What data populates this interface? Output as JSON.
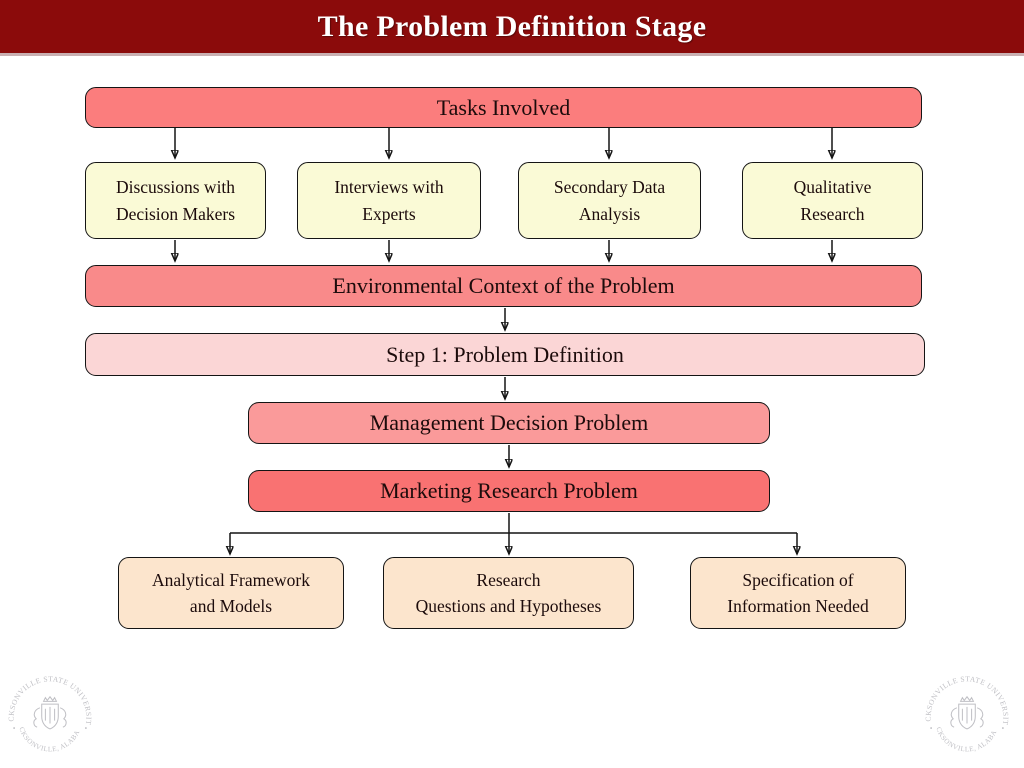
{
  "header": {
    "title": "The Problem Definition Stage"
  },
  "diagram": {
    "root": {
      "label": "Tasks Involved"
    },
    "tasks": [
      {
        "label": "Discussions with\nDecision Makers"
      },
      {
        "label": "Interviews with\nExperts"
      },
      {
        "label": "Secondary Data\nAnalysis"
      },
      {
        "label": "Qualitative\nResearch"
      }
    ],
    "context": {
      "label": "Environmental Context of the Problem"
    },
    "step": {
      "label": "Step 1: Problem Definition"
    },
    "management": {
      "label": "Management Decision Problem"
    },
    "marketing": {
      "label": "Marketing Research Problem"
    },
    "outputs": [
      {
        "label": "Analytical Framework\nand Models"
      },
      {
        "label": "Research\nQuestions and Hypotheses"
      },
      {
        "label": "Specification of\nInformation Needed"
      }
    ]
  },
  "watermarks": {
    "seal_arc_top": "JACKSONVILLE STATE UNIVERSITY",
    "seal_arc_bottom": "JACKSONVILLE, ALABAMA"
  },
  "colors": {
    "header_bg": "#8b0b0b",
    "header_underline": "#c9b0b2",
    "title_color": "#ffffff",
    "box_border": "#141414",
    "arrow": "#141414",
    "salmon": "#fb7d7d",
    "salmon2": "#f98a8a",
    "pink_light": "#fbd6d6",
    "salmon_soft": "#fa9a9a",
    "red_strong": "#f97272",
    "cream": "#fafad6",
    "peach": "#fce5cd",
    "seal": "#b0b0b6"
  }
}
